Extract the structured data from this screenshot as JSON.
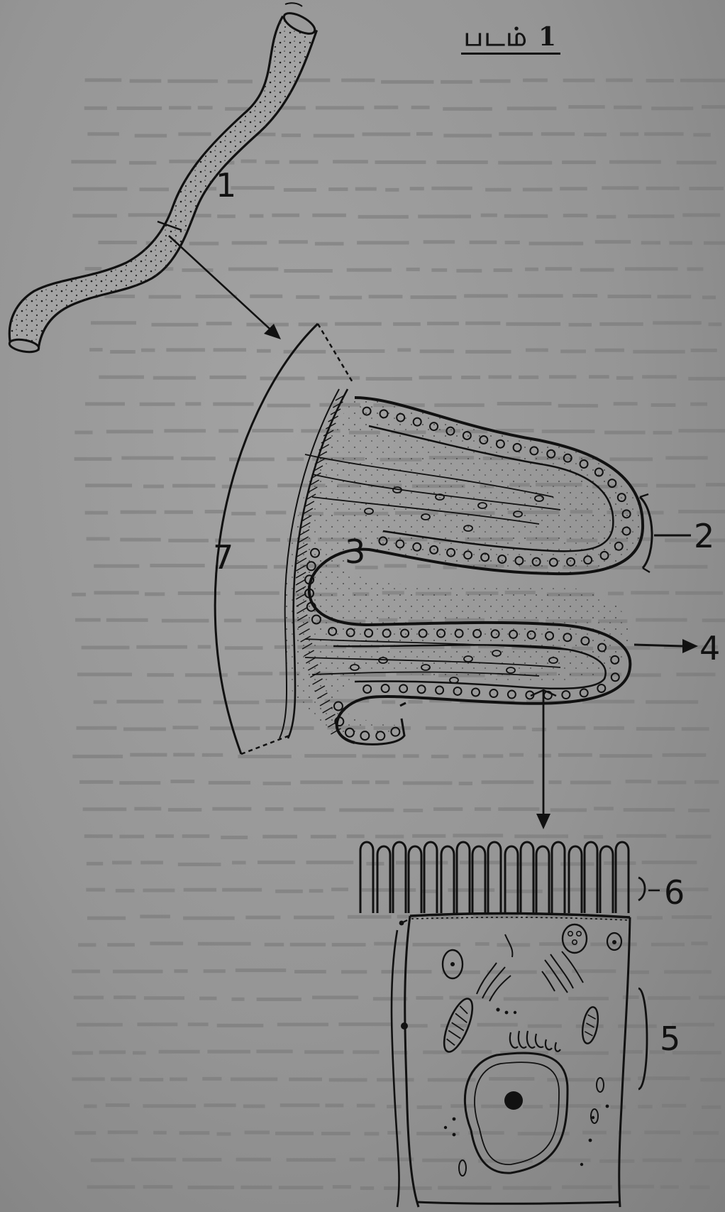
{
  "figure": {
    "title": "படம் 1",
    "labels": {
      "l1": "1",
      "l2": "2",
      "l3": "3",
      "l4": "4",
      "l5": "5",
      "l6": "6",
      "l7": "7"
    }
  }
}
